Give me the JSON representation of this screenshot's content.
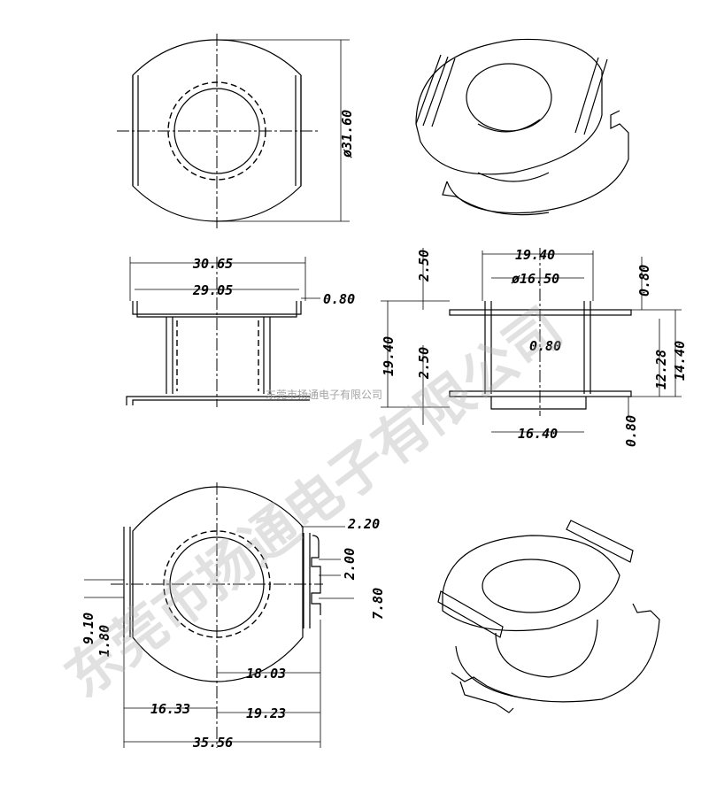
{
  "watermark": {
    "company_diagonal": "东莞市扬通电子有限公司",
    "company_inline": "东莞市扬通电子有限公司"
  },
  "views": {
    "top_view": {
      "diameter_label": "ø31.60"
    },
    "front_view": {
      "width_outer": "30.65",
      "width_inner": "29.05",
      "flange_thickness": "0.80"
    },
    "side_section": {
      "dims": [
        "2.50",
        "19.40",
        "ø16.50",
        "0.80",
        "19.40",
        "0.80",
        "2.50",
        "12.28",
        "14.40",
        "16.40",
        "0.80"
      ]
    },
    "bottom_view": {
      "dims": [
        "2.20",
        "2.00",
        "7.80",
        "9.10",
        "1.80",
        "18.03",
        "16.33",
        "19.23",
        "35.56"
      ]
    }
  }
}
